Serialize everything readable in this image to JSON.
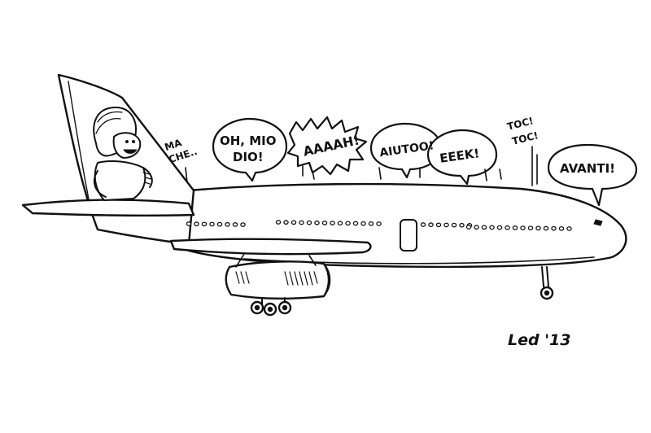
{
  "colors": {
    "ink": "#111111",
    "paper": "#ffffff"
  },
  "cartoon": {
    "bubbles": {
      "ma_che": {
        "line1": "MA",
        "line2": "CHE.."
      },
      "oh_mio_dio": {
        "line1": "OH, MIO",
        "line2": "DIO!"
      },
      "aaaah": {
        "text": "AAAAH!"
      },
      "aiutoo": {
        "text": "AIUTOO!"
      },
      "eeek": {
        "text": "EEEK!"
      },
      "toc_toc": {
        "line1": "TOC!",
        "line2": "TOC!"
      },
      "avanti": {
        "text": "AVANTI!"
      }
    },
    "signature": "Led '13"
  }
}
